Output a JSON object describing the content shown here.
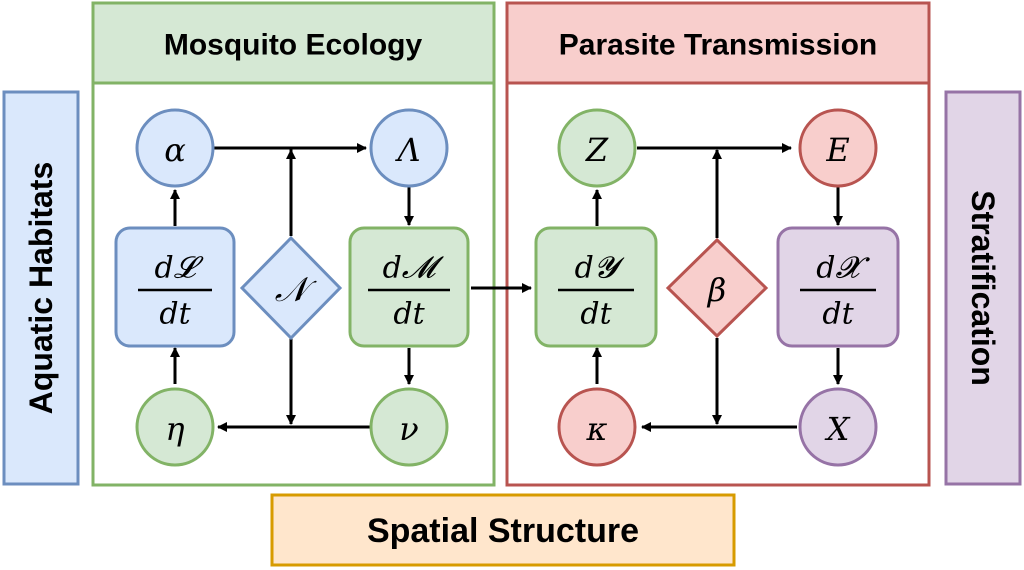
{
  "panels": {
    "mosquito": "Mosquito Ecology",
    "parasite": "Parasite Transmission",
    "aquatic": "Aquatic Habitats",
    "stratification": "Stratification",
    "spatial": "Spatial Structure"
  },
  "nodes": {
    "alpha": "α",
    "lambda": "Λ",
    "eta": "η",
    "nu": "ν",
    "N": "𝒩",
    "z": "Z",
    "e": "E",
    "kappa": "κ",
    "x": "X",
    "beta": "β",
    "dL_num": "d𝓛",
    "dM_num": "d𝓜",
    "dY_num": "d𝓨",
    "dX_num": "d𝓧",
    "dt": "dt"
  },
  "colors": {
    "blue_fill": "#dae8fc",
    "blue_stroke": "#6c8ebf",
    "green_fill": "#d5e8d4",
    "green_stroke": "#82b366",
    "red_fill": "#f8cecc",
    "red_stroke": "#b85450",
    "purple_fill": "#e1d5e7",
    "purple_stroke": "#9673a6",
    "orange_fill": "#ffe6cc",
    "orange_stroke": "#d79b00"
  }
}
